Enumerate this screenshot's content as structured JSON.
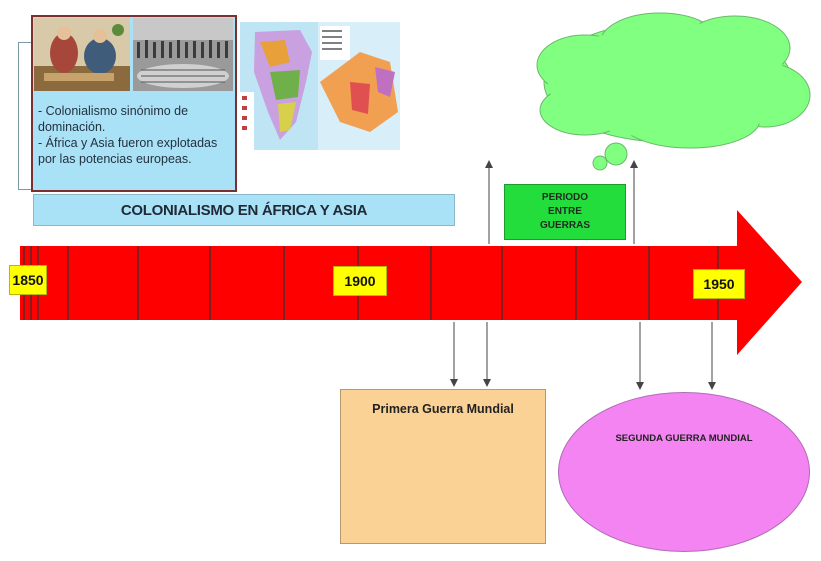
{
  "info_card": {
    "lines": [
      "- Colonialismo sinónimo de",
      "dominación.",
      "- África y Asia fueron explotadas",
      "por las  potencias europeas."
    ]
  },
  "colonialismo_label": "COLONIALISMO EN ÁFRICA Y ASIA",
  "years": {
    "y1850": "1850",
    "y1900": "1900",
    "y1950": "1950"
  },
  "periodo": {
    "line1": "PERIODO",
    "line2": "ENTRE",
    "line3": "GUERRAS"
  },
  "primera_guerra": "Primera Guerra Mundial",
  "segunda_guerra": "SEGUNDA GUERRA MUNDIAL",
  "colors": {
    "timeline_red": "#ff0000",
    "year_yellow": "#ffff00",
    "info_blue": "#a9e1f6",
    "periodo_green": "#22dd3c",
    "cloud_green": "#80ff80",
    "primera_orange": "#fbd296",
    "segunda_pink": "#f384f1"
  }
}
